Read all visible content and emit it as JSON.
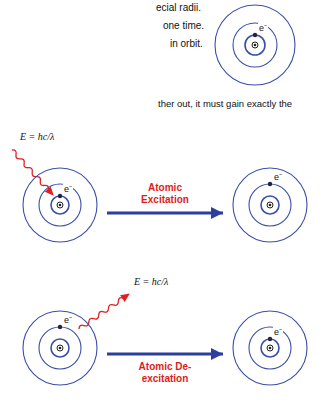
{
  "diagram": {
    "nodes": [
      {
        "text": [
          "e⁻"
        ]
      },
      {
        "text": [
          "e⁻"
        ]
      },
      {
        "text": [
          "e⁻"
        ]
      },
      {
        "text": [
          "e⁻"
        ]
      },
      {
        "text": [
          "e⁻"
        ]
      }
    ],
    "edges": [
      {
        "from": 1,
        "to": 2,
        "arrow": "to",
        "label": "Atomic Excitation"
      },
      {
        "from": 3,
        "to": 4,
        "arrow": "to",
        "label": "Atomic De-excitation"
      }
    ],
    "labels": [
      "ecial radii.",
      "one time.",
      "in orbit.",
      "ther out, it must gain exactly the",
      "E = hc/λ",
      "E = hc/λ"
    ]
  }
}
